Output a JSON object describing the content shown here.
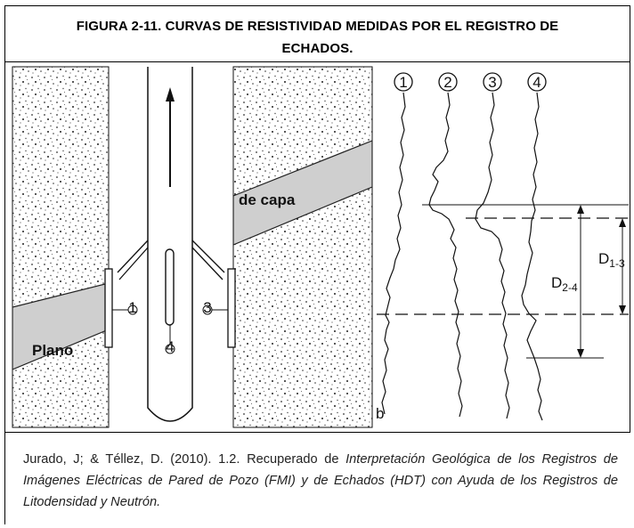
{
  "caption": {
    "line1": "FIGURA 2-11. CURVAS DE RESISTIVIDAD MEDIDAS POR EL REGISTRO DE",
    "line2": "ECHADOS."
  },
  "figure": {
    "label_top_bed": "de capa",
    "label_bottom_bed": "Plano",
    "curve_numbers": [
      "1",
      "2",
      "3",
      "4"
    ],
    "pad_markers": [
      "1",
      "3",
      "4"
    ],
    "panel_letter": "b",
    "label_d13_main": "D",
    "label_d13_sub": "1-3",
    "label_d24_main": "D",
    "label_d24_sub": "2-4"
  },
  "source": {
    "prefix": "Jurado, J; & Téllez, D. (2010). 1.2. Recuperado de ",
    "title_italic": "Interpretación Geológica de los Registros de Imágenes Eléctricas de Pared de Pozo (FMI) y de Echados (HDT) con Ayuda de los Registros de Litodensidad y Neutrón."
  }
}
